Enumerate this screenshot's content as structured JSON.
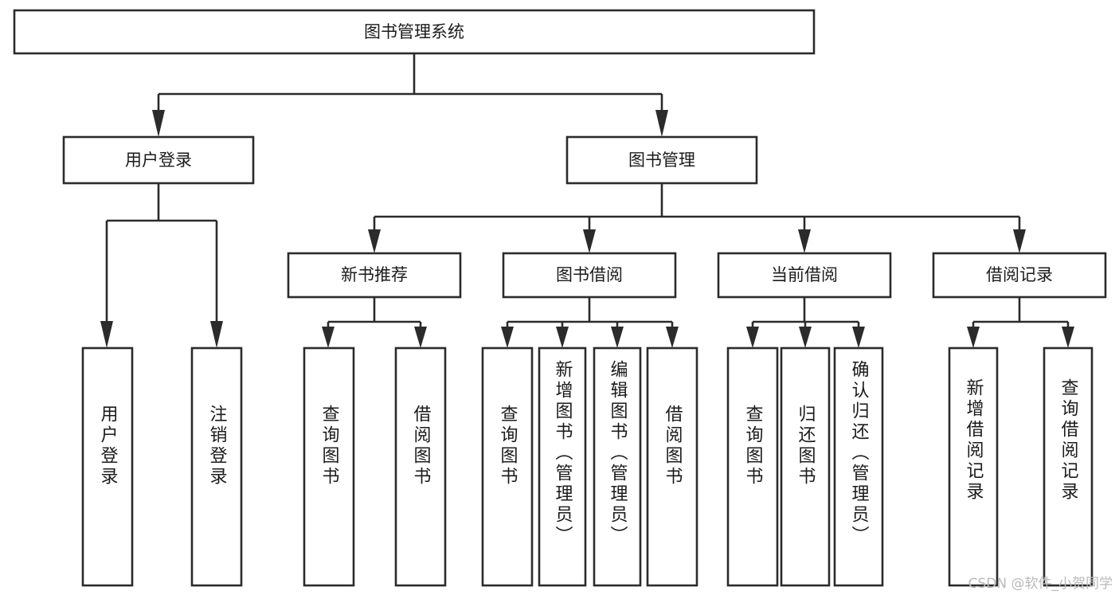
{
  "diagram": {
    "title": "图书管理系统",
    "type": "tree-hierarchy-diagram",
    "root": {
      "label": "图书管理系统"
    },
    "level1": [
      {
        "label": "用户登录"
      },
      {
        "label": "图书管理"
      }
    ],
    "level2": [
      {
        "label": "新书推荐"
      },
      {
        "label": "图书借阅"
      },
      {
        "label": "当前借阅"
      },
      {
        "label": "借阅记录"
      }
    ],
    "leaves": {
      "user_login": [
        {
          "label": "用户登录"
        },
        {
          "label": "注销登录"
        }
      ],
      "new_book_recommend": [
        {
          "label": "查询图书"
        },
        {
          "label": "借阅图书"
        }
      ],
      "book_borrow": [
        {
          "label": "查询图书"
        },
        {
          "label": "新增图书（管理员）"
        },
        {
          "label": "编辑图书（管理员）"
        },
        {
          "label": "借阅图书"
        }
      ],
      "current_borrow": [
        {
          "label": "查询图书"
        },
        {
          "label": "归还图书"
        },
        {
          "label": "确认归还（管理员）"
        }
      ],
      "borrow_record": [
        {
          "label": "新增借阅记录"
        },
        {
          "label": "查询借阅记录"
        }
      ]
    }
  },
  "watermark": {
    "text": "CSDN @软件_小贺同学"
  },
  "colors": {
    "stroke": "#2b2b2b",
    "fill": "#ffffff",
    "text": "#1b1b1b",
    "watermark": "#b9b9b9"
  }
}
